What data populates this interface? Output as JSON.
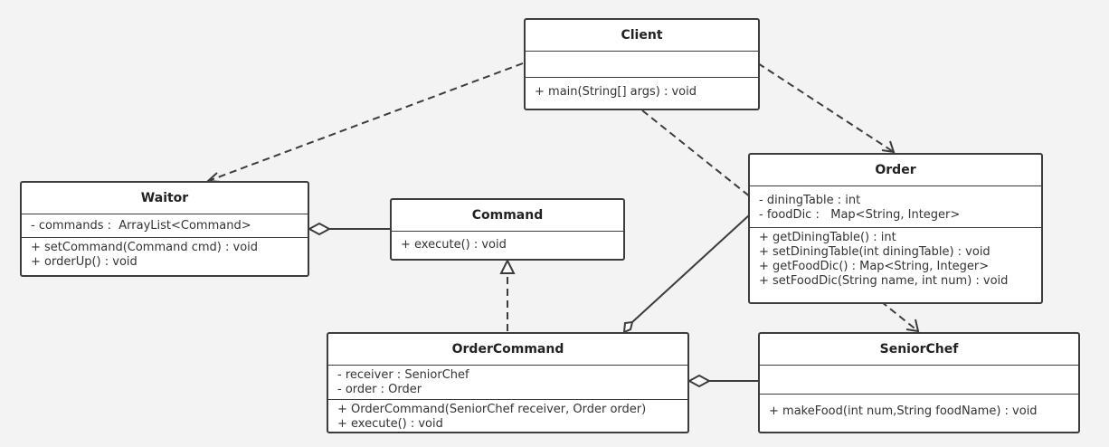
{
  "colors": {
    "line": "#3c3c3c",
    "box": "#ffffff",
    "background": "#f3f3f3"
  },
  "classes": {
    "client": {
      "name": "Client",
      "attributes": [],
      "methods": [
        "+ main(String[] args) : void"
      ]
    },
    "waitor": {
      "name": "Waitor",
      "attributes": [
        "- commands :  ArrayList<Command>"
      ],
      "methods": [
        "+ setCommand(Command cmd) : void",
        "+ orderUp() : void"
      ]
    },
    "command": {
      "name": "Command",
      "methods": [
        "+ execute() : void"
      ]
    },
    "order": {
      "name": "Order",
      "attributes": [
        "- diningTable : int",
        "- foodDic :   Map<String, Integer>"
      ],
      "methods": [
        "+ getDiningTable() : int",
        "+ setDiningTable(int diningTable) : void",
        "+ getFoodDic() : Map<String, Integer>",
        "+ setFoodDic(String name, int num) : void"
      ]
    },
    "orderCommand": {
      "name": "OrderCommand",
      "attributes": [
        "- receiver : SeniorChef",
        "- order : Order"
      ],
      "methods": [
        "+ OrderCommand(SeniorChef receiver, Order order)",
        "+ execute() : void"
      ]
    },
    "seniorChef": {
      "name": "SeniorChef",
      "attributes": [],
      "methods": [
        "+ makeFood(int num,String foodName) : void"
      ]
    }
  }
}
